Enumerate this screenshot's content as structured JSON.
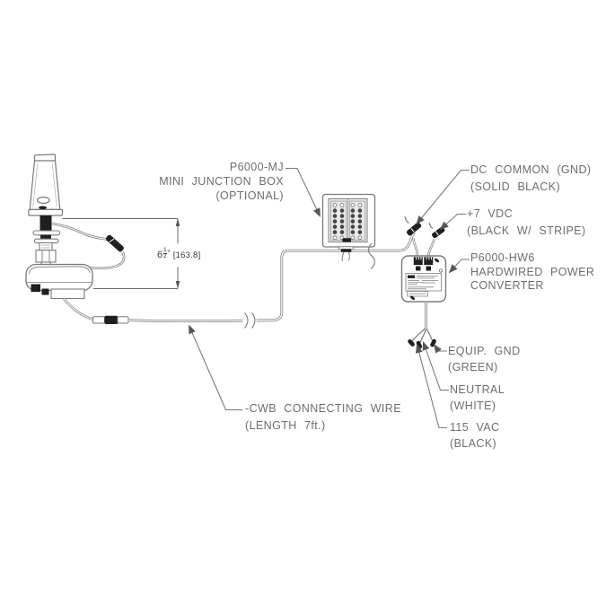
{
  "canvas": {
    "background": "#ffffff",
    "line_color": "#7a7a7a",
    "text_color": "#6e6e6e",
    "dark_fill": "#1f1f1f"
  },
  "labels": {
    "junction_box": {
      "line1": "P6000-MJ",
      "line2": "MINI JUNCTION BOX",
      "line3": "(OPTIONAL)"
    },
    "dc_common": {
      "line1": "DC COMMON (GND)",
      "line2": "(SOLID BLACK)"
    },
    "vdc": {
      "line1": "+7 VDC",
      "line2": "(BLACK W/ STRIPE)"
    },
    "converter": {
      "line1": "P6000-HW6",
      "line2": "HARDWIRED POWER",
      "line3": "CONVERTER"
    },
    "equip_gnd": {
      "line1": "EQUIP. GND",
      "line2": "(GREEN)"
    },
    "neutral": {
      "line1": "NEUTRAL",
      "line2": "(WHITE)"
    },
    "vac": {
      "line1": "115 VAC",
      "line2": "(BLACK)"
    },
    "cwb": {
      "line1": "-CWB CONNECTING WIRE",
      "line2": "(LENGTH 7ft.)"
    }
  },
  "dimension": {
    "whole": "6",
    "numerator": "1",
    "denominator": "2",
    "unit": "\"",
    "metric": "[163.8]"
  }
}
